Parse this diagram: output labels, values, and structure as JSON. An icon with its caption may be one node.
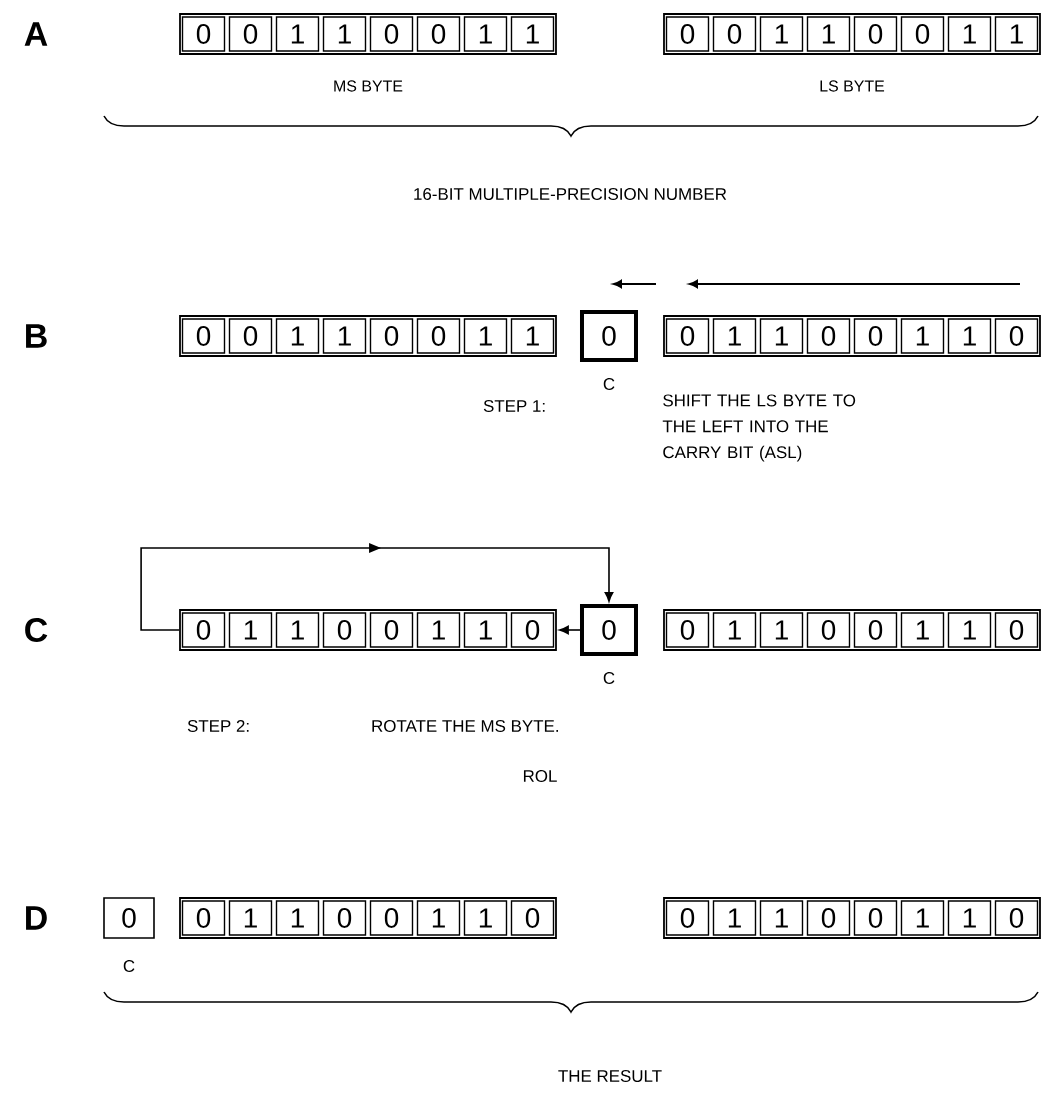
{
  "diagram": {
    "nodes": [
      {
        "text": [],
        "shape": "box",
        "beside": [
          "MS BYTE"
        ]
      },
      {
        "text": [
          "0"
        ],
        "in": 0
      },
      {
        "text": [
          "0"
        ],
        "in": 0
      },
      {
        "text": [
          "1"
        ],
        "in": 0
      },
      {
        "text": [
          "1"
        ],
        "in": 0
      },
      {
        "text": [
          "0"
        ],
        "in": 0
      },
      {
        "text": [
          "0"
        ],
        "in": 0
      },
      {
        "text": [
          "1"
        ],
        "in": 0
      },
      {
        "text": [
          "1"
        ],
        "in": 0
      },
      {
        "text": [],
        "shape": "box",
        "beside": [
          "LS BYTE"
        ]
      },
      {
        "text": [
          "0"
        ],
        "in": 9
      },
      {
        "text": [
          "0"
        ],
        "in": 9
      },
      {
        "text": [
          "1"
        ],
        "in": 9
      },
      {
        "text": [
          "1"
        ],
        "in": 9
      },
      {
        "text": [
          "0"
        ],
        "in": 9
      },
      {
        "text": [
          "0"
        ],
        "in": 9
      },
      {
        "text": [
          "1"
        ],
        "in": 9
      },
      {
        "text": [
          "1"
        ],
        "in": 9
      },
      {
        "text": [],
        "shape": "box"
      },
      {
        "text": [
          "0"
        ],
        "in": 18
      },
      {
        "text": [
          "0"
        ],
        "in": 18
      },
      {
        "text": [
          "1"
        ],
        "in": 18
      },
      {
        "text": [
          "1"
        ],
        "in": 18
      },
      {
        "text": [
          "0"
        ],
        "in": 18
      },
      {
        "text": [
          "0"
        ],
        "in": 18
      },
      {
        "text": [
          "1"
        ],
        "in": 18
      },
      {
        "text": [
          "1"
        ],
        "in": 18
      },
      {
        "text": [
          "0"
        ],
        "beside": [
          "C"
        ]
      },
      {
        "text": [],
        "shape": "box"
      },
      {
        "text": [
          "0"
        ],
        "in": 28
      },
      {
        "text": [
          "1"
        ],
        "in": 28
      },
      {
        "text": [
          "1"
        ],
        "in": 28
      },
      {
        "text": [
          "0"
        ],
        "in": 28
      },
      {
        "text": [
          "0"
        ],
        "in": 28
      },
      {
        "text": [
          "1"
        ],
        "in": 28
      },
      {
        "text": [
          "1"
        ],
        "in": 28
      },
      {
        "text": [
          "0"
        ],
        "in": 28
      },
      {
        "text": [],
        "shape": "box"
      },
      {
        "text": [
          "0"
        ],
        "in": 37
      },
      {
        "text": [
          "1"
        ],
        "in": 37
      },
      {
        "text": [
          "1"
        ],
        "in": 37
      },
      {
        "text": [
          "0"
        ],
        "in": 37
      },
      {
        "text": [
          "0"
        ],
        "in": 37
      },
      {
        "text": [
          "1"
        ],
        "in": 37
      },
      {
        "text": [
          "1"
        ],
        "in": 37
      },
      {
        "text": [
          "0"
        ],
        "in": 37
      },
      {
        "text": [
          "0"
        ],
        "beside": [
          "C"
        ]
      },
      {
        "text": [],
        "shape": "box"
      },
      {
        "text": [
          "0"
        ],
        "in": 47
      },
      {
        "text": [
          "1"
        ],
        "in": 47
      },
      {
        "text": [
          "1"
        ],
        "in": 47
      },
      {
        "text": [
          "0"
        ],
        "in": 47
      },
      {
        "text": [
          "0"
        ],
        "in": 47
      },
      {
        "text": [
          "1"
        ],
        "in": 47
      },
      {
        "text": [
          "1"
        ],
        "in": 47
      },
      {
        "text": [
          "0"
        ],
        "in": 47
      },
      {
        "text": [
          "0"
        ],
        "beside": [
          "C"
        ]
      },
      {
        "text": [],
        "shape": "box"
      },
      {
        "text": [
          "0"
        ],
        "in": 57
      },
      {
        "text": [
          "1"
        ],
        "in": 57
      },
      {
        "text": [
          "1"
        ],
        "in": 57
      },
      {
        "text": [
          "0"
        ],
        "in": 57
      },
      {
        "text": [
          "0"
        ],
        "in": 57
      },
      {
        "text": [
          "1"
        ],
        "in": 57
      },
      {
        "text": [
          "1"
        ],
        "in": 57
      },
      {
        "text": [
          "0"
        ],
        "in": 57
      },
      {
        "text": [],
        "shape": "box"
      },
      {
        "text": [
          "0"
        ],
        "in": 66
      },
      {
        "text": [
          "1"
        ],
        "in": 66
      },
      {
        "text": [
          "1"
        ],
        "in": 66
      },
      {
        "text": [
          "0"
        ],
        "in": 66
      },
      {
        "text": [
          "0"
        ],
        "in": 66
      },
      {
        "text": [
          "1"
        ],
        "in": 66
      },
      {
        "text": [
          "1"
        ],
        "in": 66
      },
      {
        "text": [
          "0"
        ],
        "in": 66
      }
    ],
    "edges": [
      {
        "from": 37,
        "to": 46,
        "arrow": "to"
      },
      {
        "from": 46,
        "to": 37,
        "arrow": "to"
      }
    ],
    "labels": [
      "A",
      "16-BIT MULTIPLE-PRECISION NUMBER",
      "B",
      "STEP 1:",
      "SHIFT THE LS BYTE TO THE LEFT INTO THE CARRY BIT (ASL)",
      "C",
      "STEP 2:",
      "ROTATE THE MS BYTE.",
      "ROL",
      "D",
      "THE RESULT"
    ]
  }
}
